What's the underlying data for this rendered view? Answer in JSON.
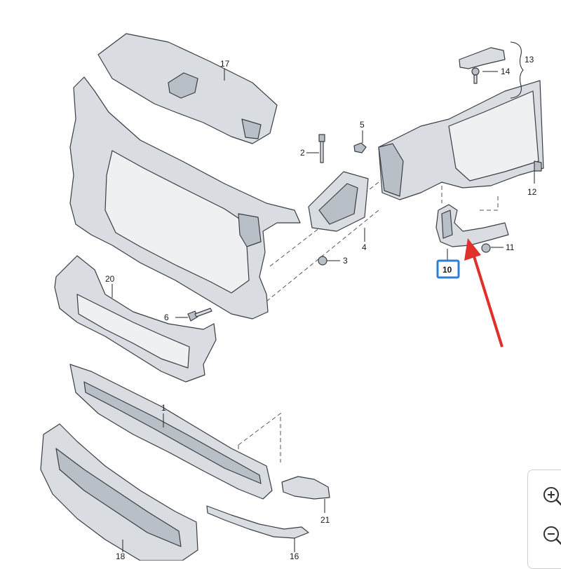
{
  "diagram": {
    "callouts": [
      {
        "id": "c1",
        "text": "1"
      },
      {
        "id": "c2",
        "text": "2"
      },
      {
        "id": "c3",
        "text": "3"
      },
      {
        "id": "c4",
        "text": "4"
      },
      {
        "id": "c5",
        "text": "5"
      },
      {
        "id": "c6",
        "text": "6"
      },
      {
        "id": "c10",
        "text": "10"
      },
      {
        "id": "c11",
        "text": "11"
      },
      {
        "id": "c12",
        "text": "12"
      },
      {
        "id": "c13",
        "text": "13"
      },
      {
        "id": "c14",
        "text": "14"
      },
      {
        "id": "c16",
        "text": "16"
      },
      {
        "id": "c17",
        "text": "17"
      },
      {
        "id": "c18",
        "text": "18"
      },
      {
        "id": "c20",
        "text": "20"
      },
      {
        "id": "c21",
        "text": "21"
      }
    ],
    "highlighted_callout": "10",
    "highlight_color": "#2b7fd6",
    "arrow_color": "#e0302a"
  },
  "zoom_controls": {
    "zoom_in_icon": "zoom-in-icon",
    "zoom_out_icon": "zoom-out-icon"
  }
}
